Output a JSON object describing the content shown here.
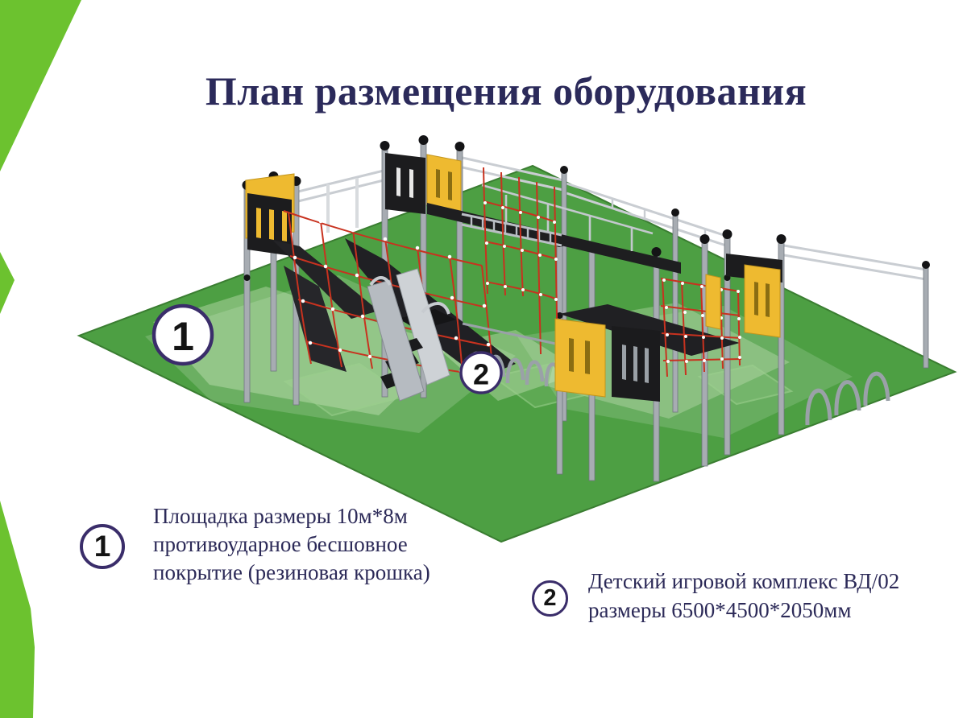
{
  "slide": {
    "title": "План размещения оборудования"
  },
  "markers": {
    "area": {
      "label": "1"
    },
    "complex": {
      "label": "2"
    }
  },
  "legend": {
    "items": [
      {
        "number": "1",
        "lines": [
          "Площадка размеры 10м*8м",
          "противоударное бесшовное",
          "покрытие (резиновая крошка)"
        ]
      },
      {
        "number": "2",
        "lines": [
          "Детский игровой комплекс ВД/02",
          "размеры 6500*4500*2050мм"
        ]
      }
    ]
  },
  "palette": {
    "accent_lime": "#6cc22f",
    "surface_green": "#4d9f43",
    "panel_yellow": "#eeba30",
    "panel_black": "#1c1c1e",
    "rope_red": "#c8321f",
    "metal_gray": "#a7acb2",
    "text_navy": "#2b2a5a",
    "marker_ring": "#3a2d6a"
  }
}
